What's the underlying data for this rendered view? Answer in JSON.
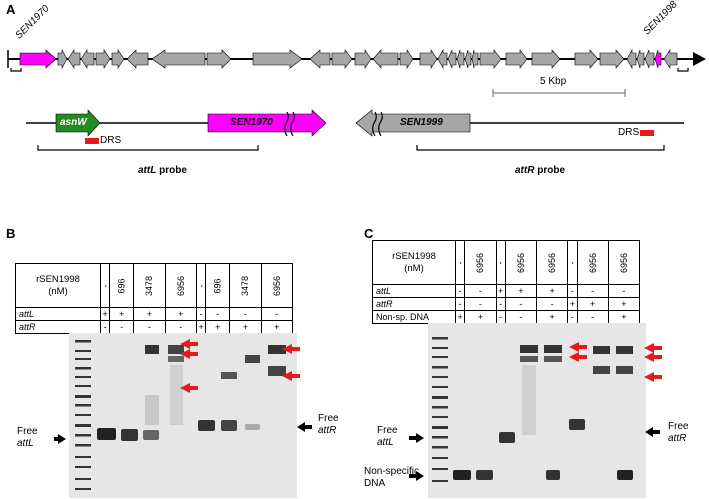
{
  "panels": {
    "a": "A",
    "b": "B",
    "c": "C"
  },
  "panel_a": {
    "gene_left": "SEN1970",
    "gene_right": "SEN1998",
    "scale_label": "5 Kbp",
    "detail_left": {
      "gene1": "asnW",
      "gene2": "SEN1970",
      "drs": "DRS",
      "probe_name": "attL",
      "probe_word": "probe"
    },
    "detail_right": {
      "gene": "SEN1999",
      "drs": "DRS",
      "probe_name": "attR",
      "probe_word": "probe"
    },
    "colors": {
      "magenta": "#ff00ff",
      "green": "#228b22",
      "gray": "#a6a6a6",
      "red": "#e41a1c"
    }
  },
  "panel_b": {
    "protein_line1": "rSEN1998",
    "protein_line2": "(nM)",
    "conc": [
      "-",
      "696",
      "3478",
      "6956",
      "-",
      "696",
      "3478",
      "6956"
    ],
    "rows": [
      {
        "label": "attL",
        "vals": [
          "+",
          "+",
          "+",
          "+",
          "-",
          "-",
          "-",
          "-"
        ]
      },
      {
        "label": "attR",
        "vals": [
          "-",
          "-",
          "-",
          "-",
          "+",
          "+",
          "+",
          "+"
        ]
      }
    ],
    "free_left_1": "Free",
    "free_left_2": "attL",
    "free_right_1": "Free",
    "free_right_2": "attR"
  },
  "panel_c": {
    "protein_line1": "rSEN1998",
    "protein_line2": "(nM)",
    "conc": [
      "-",
      "6956",
      "-",
      "6956",
      "6956",
      "-",
      "6956",
      "6956"
    ],
    "rows": [
      {
        "label": "attL",
        "vals": [
          "-",
          "-",
          "+",
          "+",
          "+",
          "-",
          "-",
          "-"
        ]
      },
      {
        "label": "attR",
        "vals": [
          "-",
          "-",
          "-",
          "-",
          "-",
          "+",
          "+",
          "+"
        ]
      },
      {
        "label": "Non-sp. DNA",
        "vals": [
          "+",
          "+",
          "-",
          "-",
          "+",
          "-",
          "-",
          "+"
        ]
      }
    ],
    "free_left_1": "Free",
    "free_left_2": "attL",
    "free_right_1": "Free",
    "free_right_2": "attR",
    "nonspecific_1": "Non-specific",
    "nonspecific_2": "DNA"
  }
}
